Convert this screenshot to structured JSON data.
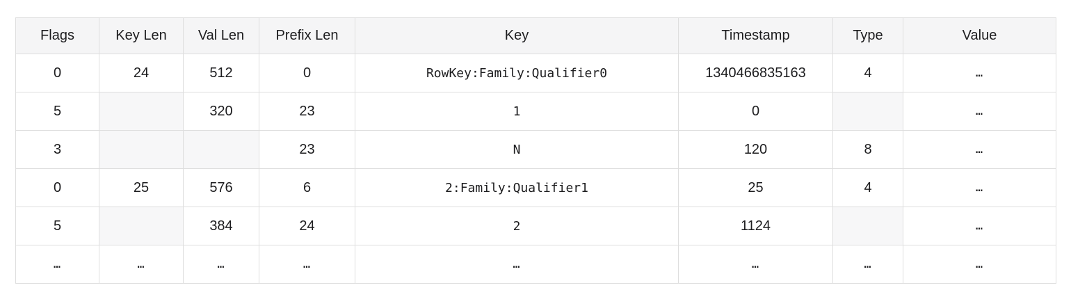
{
  "table": {
    "headers": [
      "Flags",
      "Key Len",
      "Val Len",
      "Prefix Len",
      "Key",
      "Timestamp",
      "Type",
      "Value"
    ],
    "column_keys": [
      "flags",
      "key_len",
      "val_len",
      "prefix_len",
      "key",
      "timestamp",
      "type",
      "value"
    ],
    "rows": [
      {
        "flags": "0",
        "key_len": "24",
        "val_len": "512",
        "prefix_len": "0",
        "key": "RowKey:Family:Qualifier0",
        "timestamp": "1340466835163",
        "type": "4",
        "value": "…"
      },
      {
        "flags": "5",
        "key_len": "",
        "val_len": "320",
        "prefix_len": "23",
        "key": "1",
        "timestamp": "0",
        "type": "",
        "value": "…"
      },
      {
        "flags": "3",
        "key_len": "",
        "val_len": "",
        "prefix_len": "23",
        "key": "N",
        "timestamp": "120",
        "type": "8",
        "value": "…"
      },
      {
        "flags": "0",
        "key_len": "25",
        "val_len": "576",
        "prefix_len": "6",
        "key": "2:Family:Qualifier1",
        "timestamp": "25",
        "type": "4",
        "value": "…"
      },
      {
        "flags": "5",
        "key_len": "",
        "val_len": "384",
        "prefix_len": "24",
        "key": "2",
        "timestamp": "1124",
        "type": "",
        "value": "…"
      },
      {
        "flags": "…",
        "key_len": "…",
        "val_len": "…",
        "prefix_len": "…",
        "key": "…",
        "timestamp": "…",
        "type": "…",
        "value": "…"
      }
    ],
    "colors": {
      "header_background": "#f5f5f6",
      "empty_cell_background": "#f7f7f8",
      "border": "#dedede",
      "text": "#1d1d1f"
    }
  }
}
